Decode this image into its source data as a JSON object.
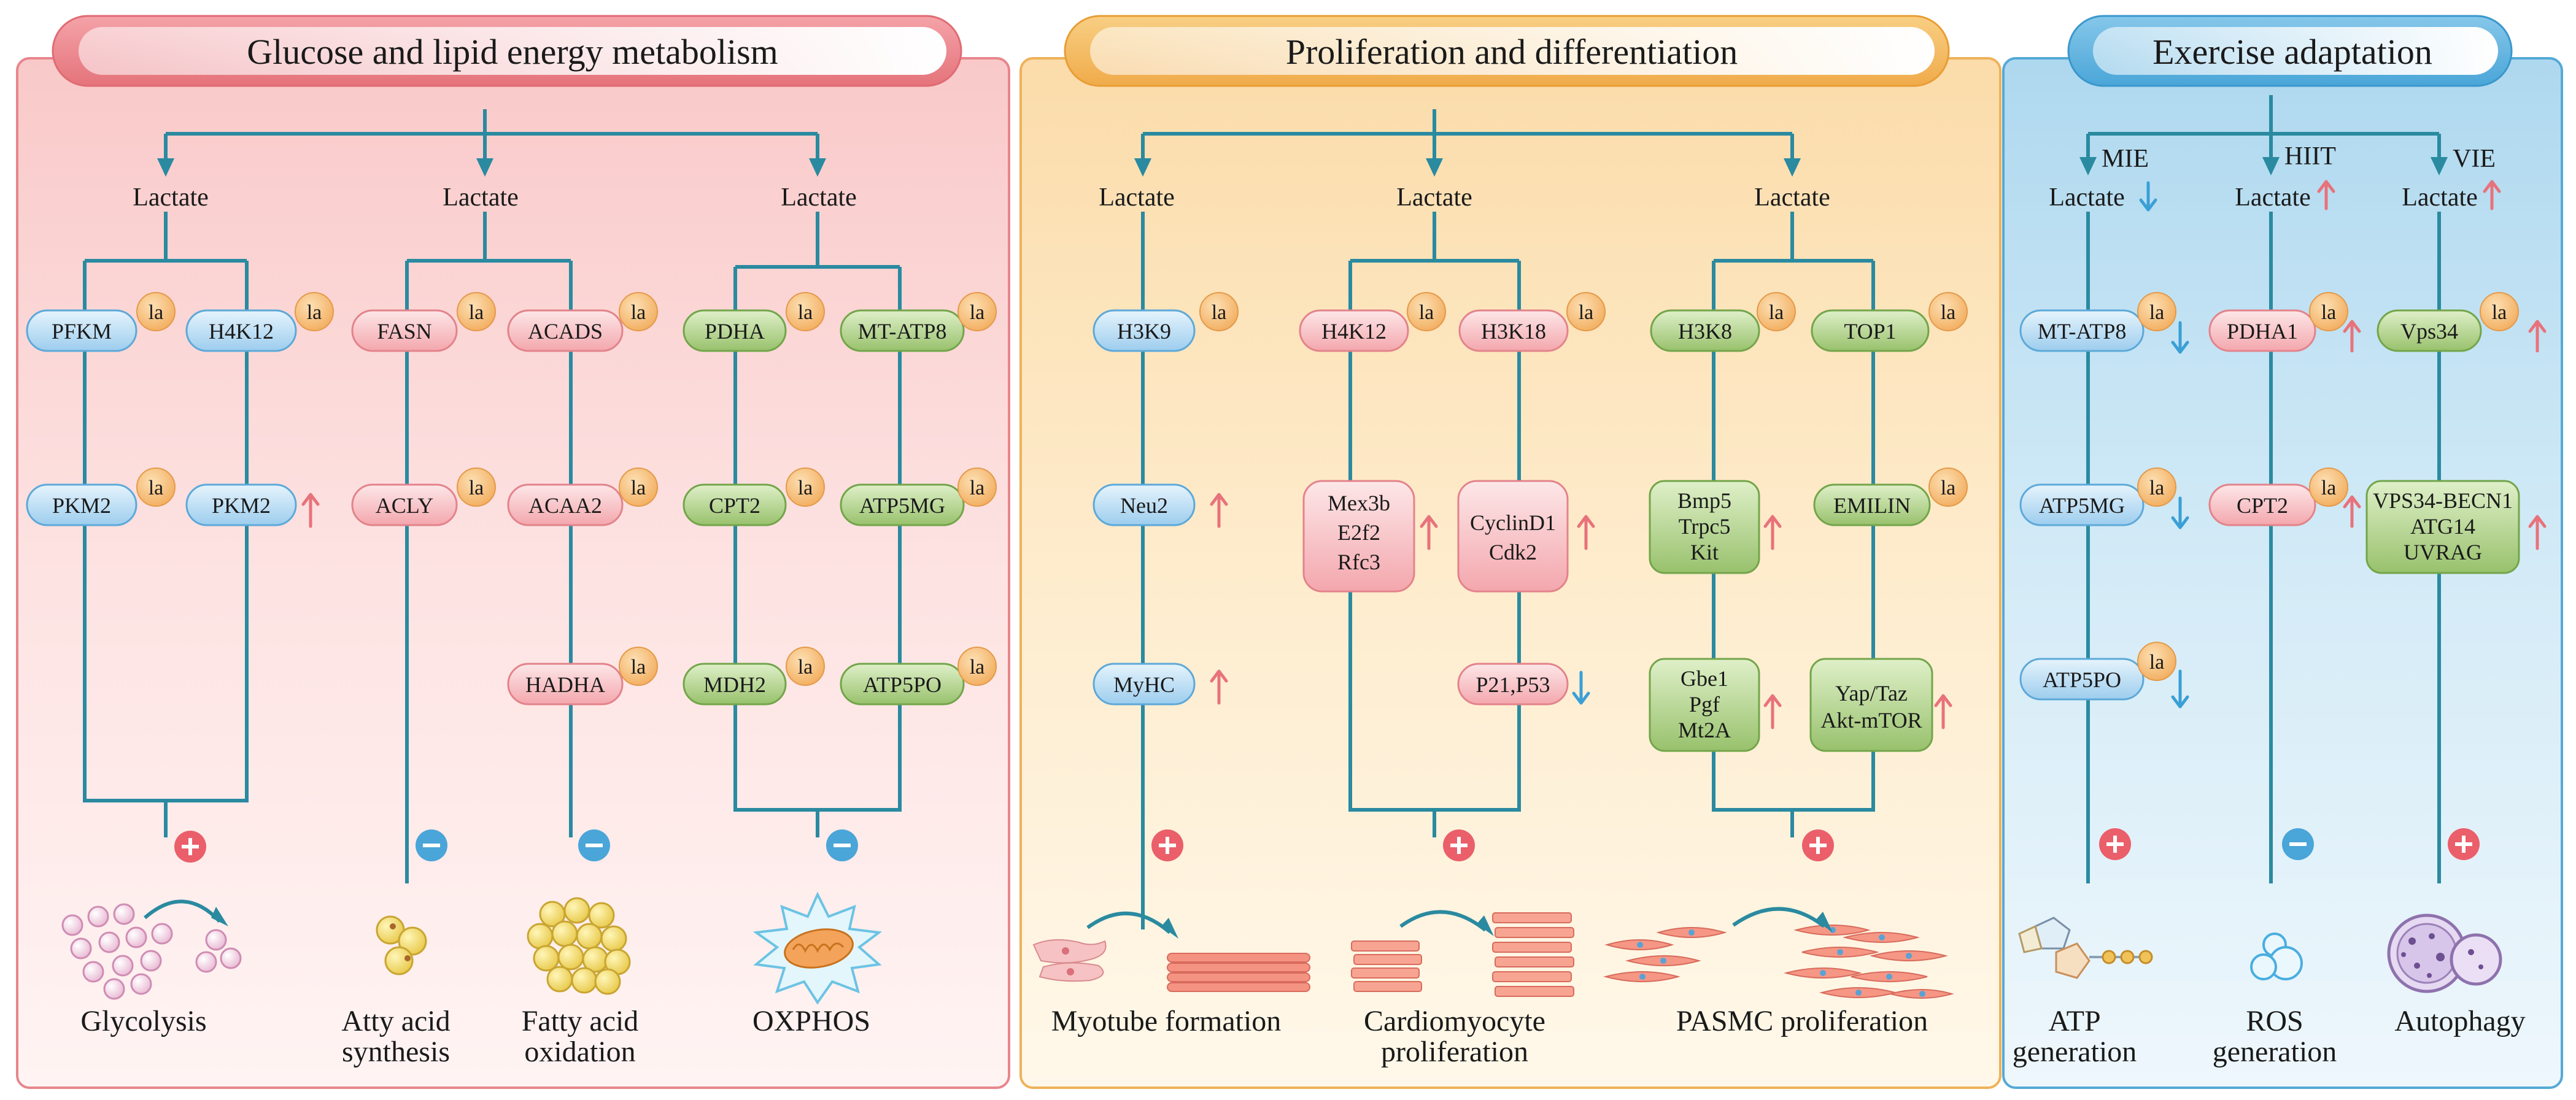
{
  "panels": [
    {
      "title": "Glucose and lipid energy metabolism",
      "theme": "red"
    },
    {
      "title": "Proliferation and differentiation",
      "theme": "orange"
    },
    {
      "title": "Exercise adaptation",
      "theme": "blue"
    }
  ],
  "common": {
    "lactate": "Lactate",
    "la": "la"
  },
  "panel1": {
    "nodes": {
      "pfkm": "PFKM",
      "h4k12": "H4K12",
      "pkm2a": "PKM2",
      "pkm2b": "PKM2",
      "fasn": "FASN",
      "acly": "ACLY",
      "acads": "ACADS",
      "acaa2": "ACAA2",
      "hadha": "HADHA",
      "pdha": "PDHA",
      "cpt2": "CPT2",
      "mdh2": "MDH2",
      "mtatp8": "MT-ATP8",
      "atp5mg": "ATP5MG",
      "atp5po": "ATP5PO"
    },
    "outcomes": {
      "glycolysis": "Glycolysis",
      "fas1": "Atty acid",
      "fas2": "synthesis",
      "fao1": "Fatty acid",
      "fao2": "oxidation",
      "oxphos": "OXPHOS"
    }
  },
  "panel2": {
    "nodes": {
      "h3k9": "H3K9",
      "neu2": "Neu2",
      "myhc": "MyHC",
      "h4k12": "H4K12",
      "h3k18": "H3K18",
      "mex1": "Mex3b",
      "mex2": "E2f2",
      "mex3": "Rfc3",
      "cyc1": "CyclinD1",
      "cyc2": "Cdk2",
      "p21": "P21,P53",
      "h3k8": "H3K8",
      "top1": "TOP1",
      "bmp1": "Bmp5",
      "bmp2": "Trpc5",
      "bmp3": "Kit",
      "emilin": "EMILIN",
      "gbe1": "Gbe1",
      "gbe2": "Pgf",
      "gbe3": "Mt2A",
      "yap1": "Yap/Taz",
      "yap2": "Akt-mTOR"
    },
    "outcomes": {
      "myotube": "Myotube formation",
      "cardio1": "Cardiomyocyte",
      "cardio2": "proliferation",
      "pasmc": "PASMC proliferation"
    }
  },
  "panel3": {
    "exercise": {
      "mie": "MIE",
      "hiit": "HIIT",
      "vie": "VIE"
    },
    "nodes": {
      "mtatp8": "MT-ATP8",
      "atp5mg": "ATP5MG",
      "atp5po": "ATP5PO",
      "pdha1": "PDHA1",
      "cpt2": "CPT2",
      "vps34": "Vps34",
      "vb1": "VPS34-BECN1",
      "vb2": "ATG14",
      "vb3": "UVRAG"
    },
    "outcomes": {
      "atp1": "ATP",
      "atp2": "generation",
      "ros1": "ROS",
      "ros2": "generation",
      "autophagy": "Autophagy"
    }
  }
}
